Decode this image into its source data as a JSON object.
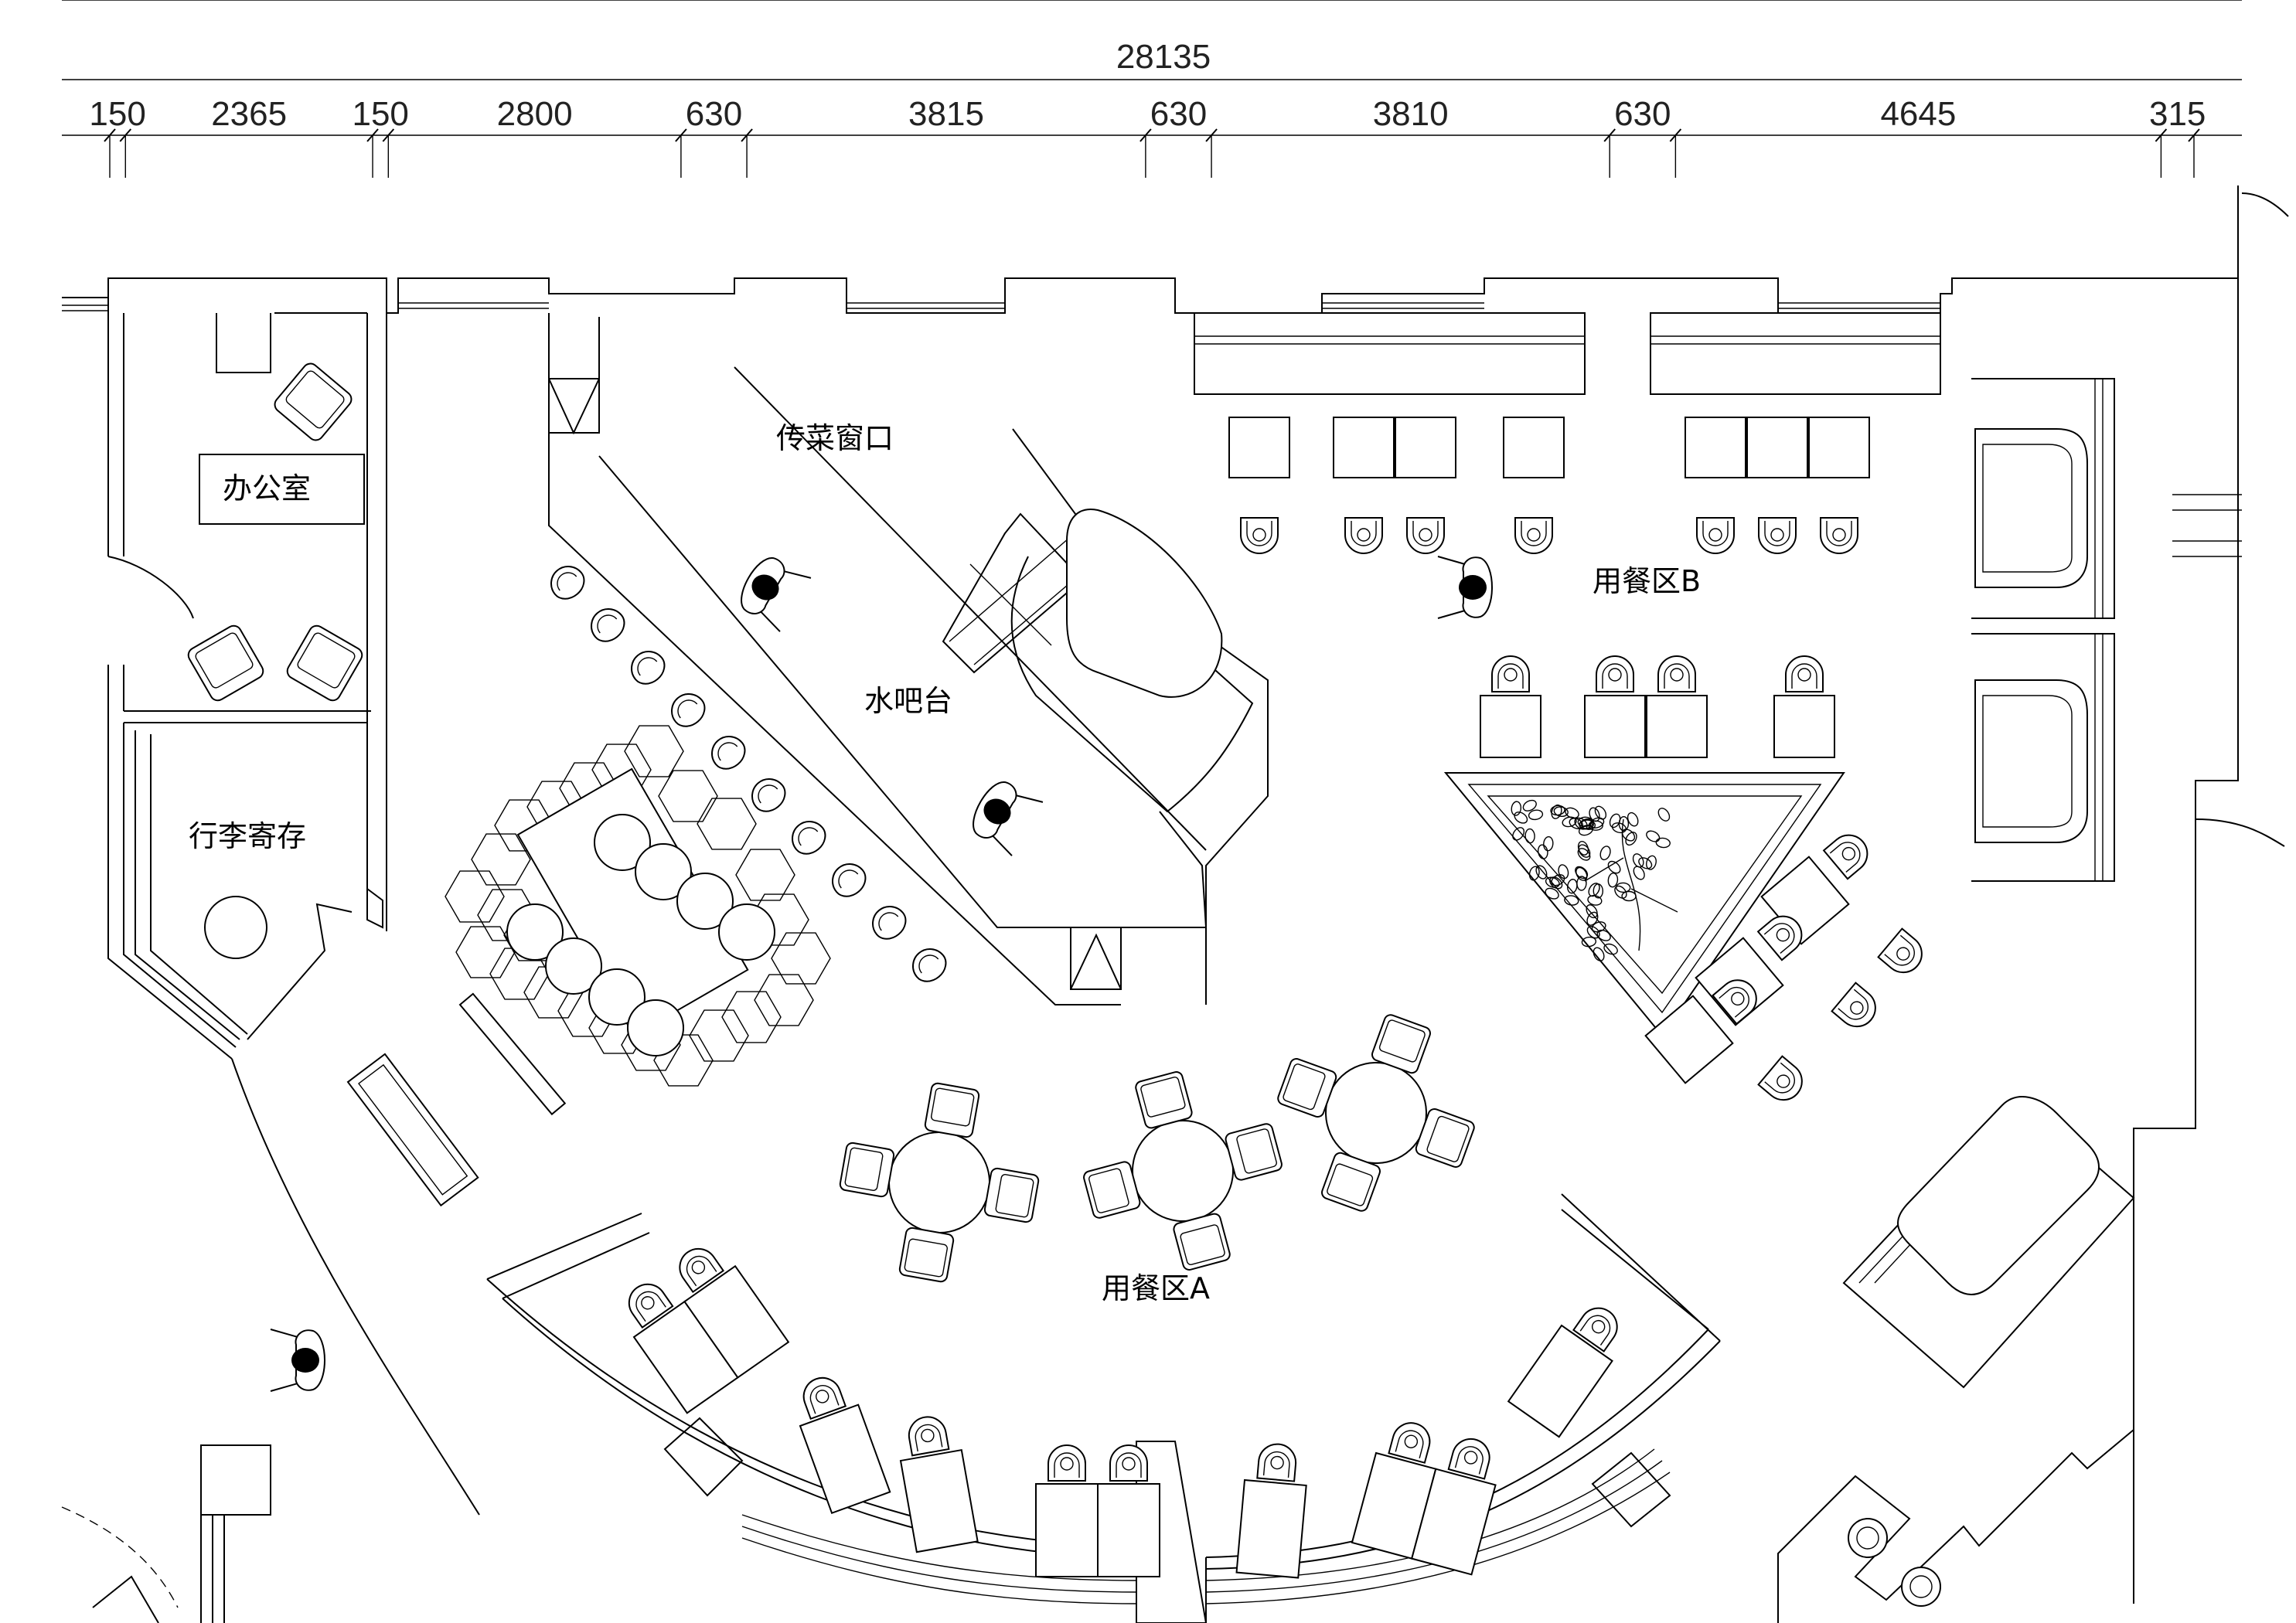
{
  "drawing": {
    "overall_dimension": "28135",
    "segment_dimensions": [
      "150",
      "2365",
      "150",
      "2800",
      "630",
      "3815",
      "630",
      "3810",
      "630",
      "4645",
      "315"
    ]
  },
  "rooms": {
    "office": "办公室",
    "luggage": "行李寄存",
    "serving_window": "传菜窗口",
    "water_bar": "水吧台",
    "dining_b": "用餐区B",
    "dining_a": "用餐区A"
  }
}
